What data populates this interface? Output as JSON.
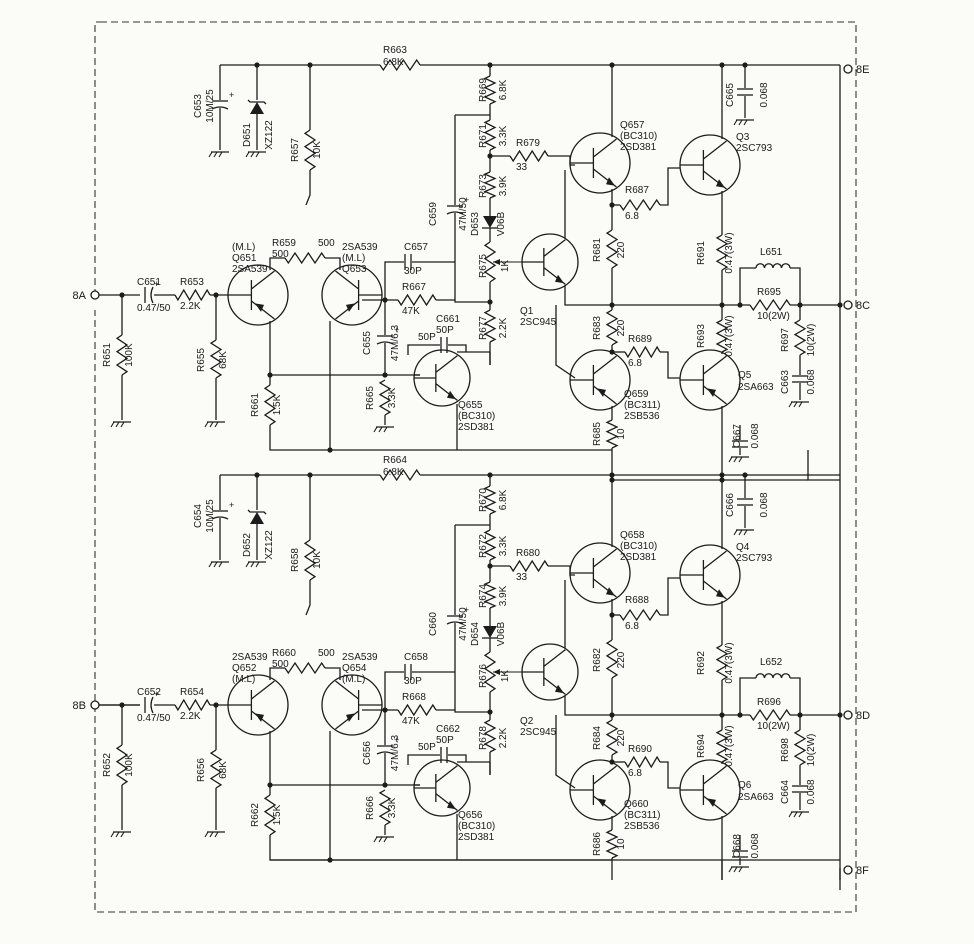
{
  "terminals": {
    "t8A": "8A",
    "t8B": "8B",
    "t8C": "8C",
    "t8D": "8D",
    "t8E": "8E",
    "t8F": "8F"
  },
  "top": {
    "R663": [
      "R663",
      "6.8K"
    ],
    "C653": [
      "C653",
      "10M/25"
    ],
    "D651": [
      "D651",
      "XZ122"
    ],
    "R657": [
      "R657",
      "10K"
    ],
    "R669": [
      "R669",
      "6.8K"
    ],
    "R671": [
      "R671",
      "3.3K"
    ],
    "R679": [
      "R679",
      "33"
    ],
    "R673": [
      "R673",
      "3.9K"
    ],
    "D653": [
      "D653",
      "V06B"
    ],
    "C659": [
      "C659",
      "47M/50"
    ],
    "R675": [
      "R675",
      "1K"
    ],
    "R677": [
      "R677",
      "2.2K"
    ],
    "Q657": [
      "Q657",
      "(BC310)",
      "2SD381"
    ],
    "R687": [
      "R687",
      "6.8"
    ],
    "Q3": [
      "Q3",
      "2SC793"
    ],
    "C665": [
      "C665",
      "0.068"
    ],
    "R681": [
      "R681",
      "220"
    ],
    "R691": [
      "R691",
      "0.47(3W)"
    ],
    "L651": [
      "L651"
    ],
    "R695": [
      "R695",
      "10(2W)"
    ],
    "Q1": [
      "Q1",
      "2SC945"
    ],
    "R683": [
      "R683",
      "220"
    ],
    "R689": [
      "R689",
      "6.8"
    ],
    "R693": [
      "R693",
      "0.47(3W)"
    ],
    "R697": [
      "R697",
      "10(2W)"
    ],
    "Q659": [
      "Q659",
      "(BC311)",
      "2SB536"
    ],
    "Q5": [
      "Q5",
      "2SA663"
    ],
    "C663": [
      "C663",
      "0.068"
    ],
    "R685": [
      "R685",
      "10"
    ],
    "C667": [
      "C667",
      "0.068"
    ],
    "Q651": [
      "(M.L)",
      "Q651",
      "2SA539"
    ],
    "R659": [
      "R659",
      "500"
    ],
    "Q653": [
      "2SA539",
      "(M.L)",
      "Q653"
    ],
    "C657": [
      "C657",
      "30P"
    ],
    "R667": [
      "R667",
      "47K"
    ],
    "C661": [
      "C661",
      "50P"
    ],
    "C655": [
      "C655",
      "47M/6.3"
    ],
    "R665": [
      "R665",
      "3.3K"
    ],
    "Q655": [
      "Q655",
      "(BC310)",
      "2SD381"
    ],
    "C651": [
      "C651",
      "0.47/50"
    ],
    "R653": [
      "R653",
      "2.2K"
    ],
    "R651": [
      "R651",
      "100K"
    ],
    "R655": [
      "R655",
      "68K"
    ],
    "R661": [
      "R661",
      "1.5K"
    ]
  },
  "bottom": {
    "R664": [
      "R664",
      "6.8K"
    ],
    "C654": [
      "C654",
      "10M/25"
    ],
    "D652": [
      "D652",
      "XZ122"
    ],
    "R658": [
      "R658",
      "10K"
    ],
    "R670": [
      "R670",
      "6.8K"
    ],
    "R672": [
      "R672",
      "3.3K"
    ],
    "R680": [
      "R680",
      "33"
    ],
    "R674": [
      "R674",
      "3.9K"
    ],
    "D654": [
      "D654",
      "V06B"
    ],
    "C660": [
      "C660",
      "47M/50"
    ],
    "R676": [
      "R676",
      "1K"
    ],
    "R678": [
      "R678",
      "2.2K"
    ],
    "Q658": [
      "Q658",
      "(BC310)",
      "2SD381"
    ],
    "R688": [
      "R688",
      "6.8"
    ],
    "Q4": [
      "Q4",
      "2SC793"
    ],
    "C666": [
      "C666",
      "0.068"
    ],
    "R682": [
      "R682",
      "220"
    ],
    "R692": [
      "R692",
      "0.47(3W)"
    ],
    "L652": [
      "L652"
    ],
    "R696": [
      "R696",
      "10(2W)"
    ],
    "Q2": [
      "Q2",
      "2SC945"
    ],
    "R684": [
      "R684",
      "220"
    ],
    "R690": [
      "R690",
      "6.8"
    ],
    "R694": [
      "R694",
      "0.47(3W)"
    ],
    "R698": [
      "R698",
      "10(2W)"
    ],
    "Q660": [
      "Q660",
      "(BC311)",
      "2SB536"
    ],
    "Q6": [
      "Q6",
      "2SA663"
    ],
    "C664": [
      "C664",
      "0.068"
    ],
    "R686": [
      "R686",
      "10"
    ],
    "C668": [
      "C668",
      "0.068"
    ],
    "Q652": [
      "2SA539",
      "Q652",
      "(M.L)"
    ],
    "R660": [
      "R660",
      "500"
    ],
    "Q654": [
      "2SA539",
      "Q654",
      "(M.L)"
    ],
    "C658": [
      "C658",
      "30P"
    ],
    "R668": [
      "R668",
      "47K"
    ],
    "C662": [
      "C662",
      "50P"
    ],
    "C656": [
      "C656",
      "47M/6.3"
    ],
    "R666": [
      "R666",
      "3.3K"
    ],
    "Q656": [
      "Q656",
      "(BC310)",
      "2SD381"
    ],
    "C652": [
      "C652",
      "0.47/50"
    ],
    "R654": [
      "R654",
      "2.2K"
    ],
    "R652": [
      "R652",
      "100K"
    ],
    "R656": [
      "R656",
      "68K"
    ],
    "R662": [
      "R662",
      "1.5K"
    ]
  }
}
